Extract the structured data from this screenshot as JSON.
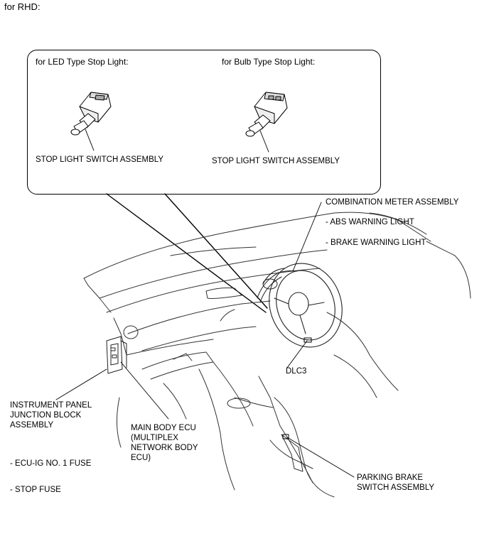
{
  "page": {
    "title": "for RHD:"
  },
  "callout": {
    "led_heading": "for LED Type Stop Light:",
    "bulb_heading": "for Bulb Type Stop Light:",
    "led_switch_label": "STOP LIGHT SWITCH ASSEMBLY",
    "bulb_switch_label": "STOP LIGHT SWITCH ASSEMBLY"
  },
  "labels": {
    "combination_meter": "COMBINATION METER ASSEMBLY",
    "abs_warning": "- ABS WARNING LIGHT",
    "brake_warning": "- BRAKE WARNING LIGHT",
    "dlc3": "DLC3",
    "ipjb_line1": "INSTRUMENT PANEL",
    "ipjb_line2": "JUNCTION BLOCK",
    "ipjb_line3": "ASSEMBLY",
    "main_body_line1": "MAIN BODY ECU",
    "main_body_line2": "(MULTIPLEX",
    "main_body_line3": "NETWORK BODY",
    "main_body_line4": "ECU)",
    "fuse_ecu_ig": "- ECU-IG NO. 1 FUSE",
    "fuse_stop": "- STOP FUSE",
    "parking_line1": "PARKING BRAKE",
    "parking_line2": "SWITCH ASSEMBLY"
  }
}
